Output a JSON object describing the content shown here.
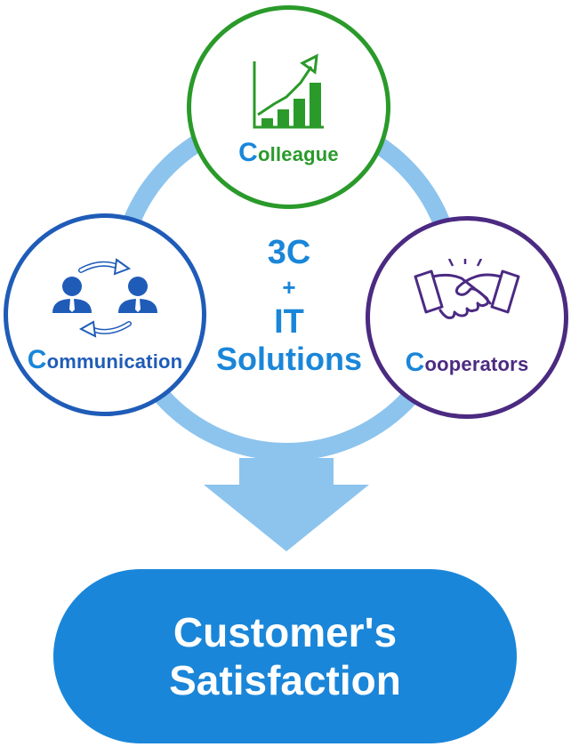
{
  "colors": {
    "ring": "#8cc4ee",
    "arrow": "#8cc4ee",
    "colleague": "#2a9a2a",
    "communication": "#1f5cb8",
    "cooperators": "#4b2a82",
    "accent": "#1a86d9",
    "pill": "#1a86d9"
  },
  "nodes": {
    "colleague": {
      "initial": "C",
      "rest": "olleague",
      "icon": "growth-chart-icon"
    },
    "communication": {
      "initial": "C",
      "rest": "ommunication",
      "icon": "people-exchange-icon"
    },
    "cooperators": {
      "initial": "C",
      "rest": "ooperators",
      "icon": "handshake-icon"
    }
  },
  "center": {
    "line1": "3C",
    "line2": "+",
    "line3": "IT",
    "line4": "Solutions"
  },
  "result": {
    "line1": "Customer's",
    "line2": "Satisfaction"
  }
}
